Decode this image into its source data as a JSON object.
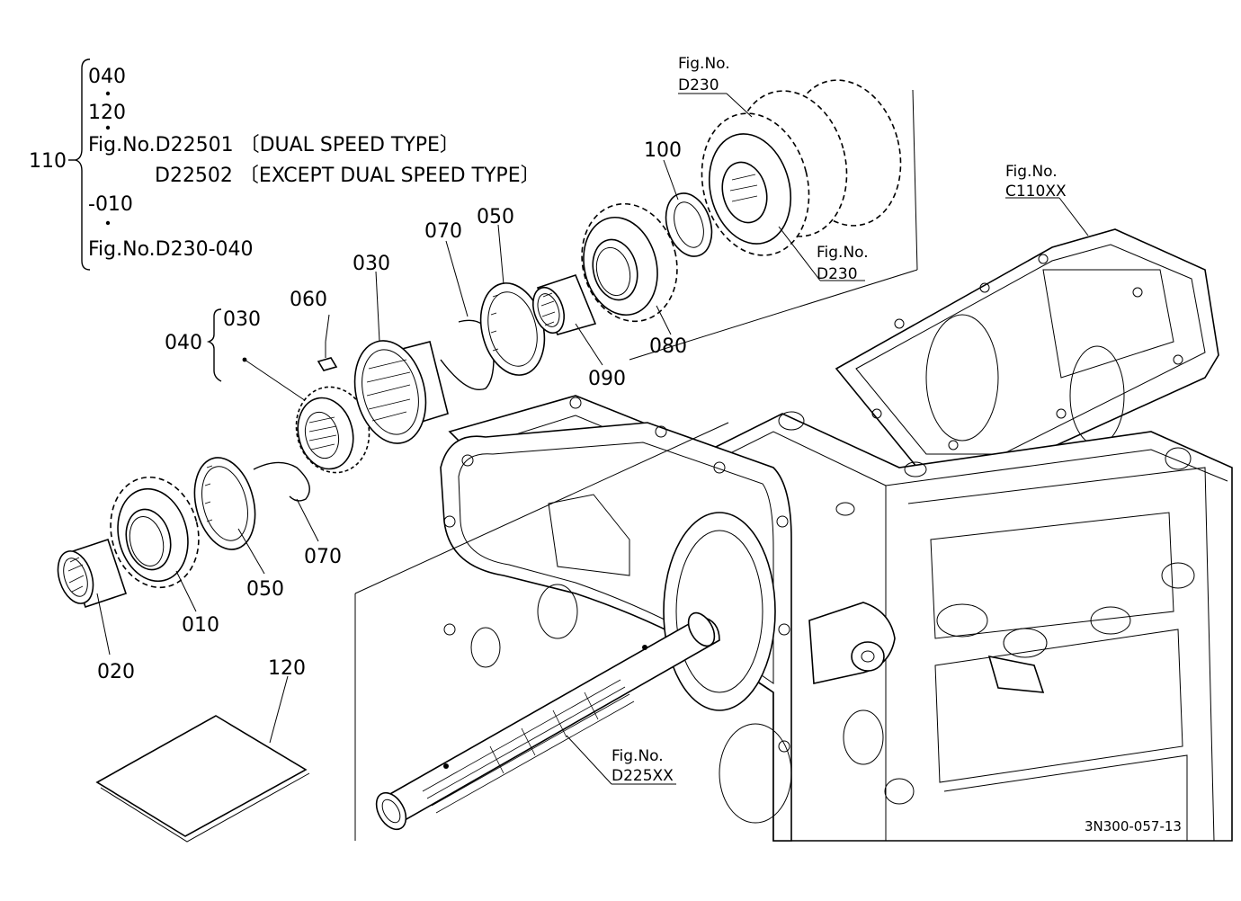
{
  "header_group": {
    "group_number": "110",
    "line_040": "040",
    "line_120": "120",
    "line_fig_d22501": "Fig.No.D22501 〔DUAL SPEED TYPE〕",
    "line_d22502": "D22502 〔EXCEPT DUAL SPEED TYPE〕",
    "line_010": "-010",
    "line_fig_d230_040": "Fig.No.D230-040"
  },
  "sub_group": {
    "group_number": "040",
    "line_030": "030"
  },
  "part_labels": {
    "p010": "010",
    "p020": "020",
    "p030": "030",
    "p050_upper": "050",
    "p050_lower": "050",
    "p060": "060",
    "p070_upper": "070",
    "p070_lower": "070",
    "p080": "080",
    "p090": "090",
    "p100": "100",
    "p120": "120"
  },
  "figure_refs": {
    "d230_top_label": "Fig.No.",
    "d230_top_value": "D230",
    "d230_mid_label": "Fig.No.",
    "d230_mid_value": "D230",
    "c110xx_label": "Fig.No.",
    "c110xx_value": "C110XX",
    "d225xx_label": "Fig.No.",
    "d225xx_value": "D225XX"
  },
  "drawing_code": "3N300-057-13"
}
